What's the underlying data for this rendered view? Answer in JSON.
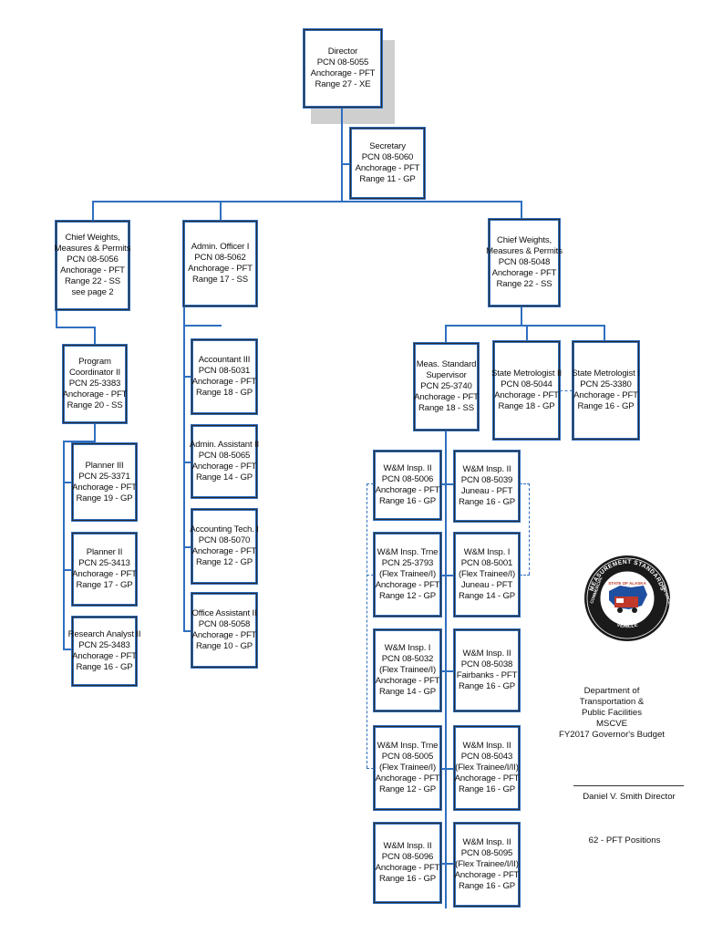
{
  "nodes": {
    "director": [
      "Director",
      "PCN 08-5055",
      "Anchorage - PFT",
      "Range 27 - XE"
    ],
    "secretary": [
      "Secretary",
      "PCN 08-5060",
      "Anchorage - PFT",
      "Range 11 - GP"
    ],
    "chief_left": [
      "Chief Weights,",
      "Measures & Permits",
      "PCN 08-5056",
      "Anchorage - PFT",
      "Range 22 - SS",
      "see page 2"
    ],
    "admin_officer": [
      "Admin. Officer I",
      "PCN 08-5062",
      "Anchorage - PFT",
      "Range 17 - SS"
    ],
    "chief_right": [
      "Chief Weights,",
      "Measures & Permits",
      "PCN 08-5048",
      "Anchorage - PFT",
      "Range 22 - SS"
    ],
    "program_coordinator": [
      "Program",
      "Coordinator II",
      "PCN 25-3383",
      "Anchorage - PFT",
      "Range 20 - SS"
    ],
    "planner_iii": [
      "Planner III",
      "PCN 25-3371",
      "Anchorage - PFT",
      "Range 19 - GP"
    ],
    "planner_ii": [
      "Planner II",
      "PCN 25-3413",
      "Anchorage - PFT",
      "Range 17 - GP"
    ],
    "research_analyst": [
      "Research Analyst II",
      "PCN 25-3483",
      "Anchorage - PFT",
      "Range 16 - GP"
    ],
    "accountant": [
      "Accountant III",
      "PCN 08-5031",
      "Anchorage - PFT",
      "Range 18 - GP"
    ],
    "admin_assistant": [
      "Admin. Assistant II",
      "PCN 08-5065",
      "Anchorage - PFT",
      "Range 14 - GP"
    ],
    "accounting_tech": [
      "Accounting Tech. I",
      "PCN 08-5070",
      "Anchorage - PFT",
      "Range 12 - GP"
    ],
    "office_assistant": [
      "Office Assistant II",
      "PCN 08-5058",
      "Anchorage - PFT",
      "Range 10 - GP"
    ],
    "meas_supervisor": [
      "Meas. Standard",
      "Supervisor",
      "PCN 25-3740",
      "Anchorage - PFT",
      "Range 18 - SS"
    ],
    "metrologist_ii": [
      "State Metrologist II",
      "PCN 08-5044",
      "Anchorage - PFT",
      "Range 18 - GP"
    ],
    "metrologist_i": [
      "State Metrologist I",
      "PCN 25-3380",
      "Anchorage - PFT",
      "Range 16 - GP"
    ],
    "wm_a1": [
      "W&M Insp. II",
      "PCN 08-5006",
      "Anchorage - PFT",
      "Range 16 - GP"
    ],
    "wm_a2": [
      "W&M Insp. Trne",
      "PCN 25-3793",
      "(Flex Trainee/I)",
      "Anchorage - PFT",
      "Range 12 - GP"
    ],
    "wm_a3": [
      "W&M Insp. I",
      "PCN 08-5032",
      "(Flex Trainee/I)",
      "Anchorage - PFT",
      "Range 14 - GP"
    ],
    "wm_a4": [
      "W&M Insp. Trne",
      "PCN 08-5005",
      "(Flex Trainee/I)",
      "Anchorage - PFT",
      "Range 12 - GP"
    ],
    "wm_a5": [
      "W&M Insp. II",
      "PCN 08-5096",
      "Anchorage - PFT",
      "Range 16 - GP"
    ],
    "wm_b1": [
      "W&M Insp. II",
      "PCN 08-5039",
      "Juneau - PFT",
      "Range 16 - GP"
    ],
    "wm_b2": [
      "W&M Insp. I",
      "PCN 08-5001",
      "(Flex Trainee/I)",
      "Juneau - PFT",
      "Range 14 - GP"
    ],
    "wm_b3": [
      "W&M Insp. II",
      "PCN 08-5038",
      "Fairbanks - PFT",
      "Range 16 - GP"
    ],
    "wm_b4": [
      "W&M Insp. II",
      "PCN 08-5043",
      "(Flex Trainee/I/II)",
      "Anchorage - PFT",
      "Range 16 - GP"
    ],
    "wm_b5": [
      "W&M Insp. II",
      "PCN 08-5095",
      "(Flex Trainee/I/II)",
      "Anchorage - PFT",
      "Range 16 - GP"
    ]
  },
  "info": {
    "department": [
      "Department of",
      "Transportation &",
      "Public Facilities",
      "MSCVE",
      "FY2017 Governor's Budget"
    ],
    "director_signature": "Daniel V. Smith Director",
    "positions_count": "62 - PFT Positions"
  },
  "seal": {
    "ring_text_top": "MEASUREMENT STANDARDS",
    "ring_text_left": "COMMERCIAL",
    "ring_text_right": "ENFORCEMENT",
    "ring_text_bottom": "VEHICLE",
    "center_text": "STATE OF ALASKA"
  },
  "colors": {
    "connector": "#2f6fc0",
    "box_border": "#2a2a2a",
    "shadow": "#cfcfcf",
    "seal_ring": "#1a1a1a",
    "seal_blue": "#1f4fa0",
    "seal_red": "#c0392b"
  }
}
